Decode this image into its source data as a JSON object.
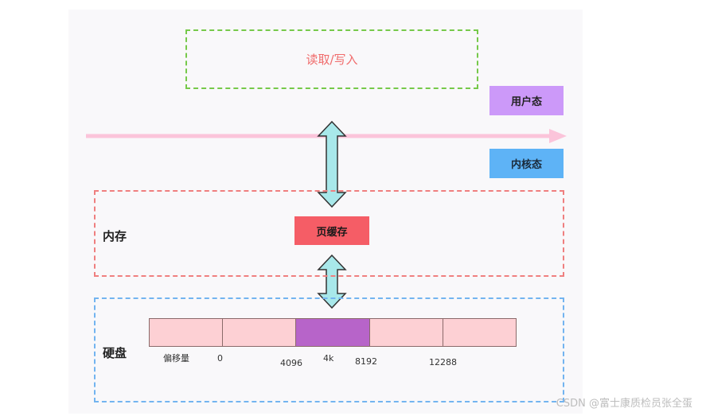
{
  "user_space": {
    "operation_label": "读取/写入"
  },
  "modes": {
    "user": "用户态",
    "kernel": "内核态"
  },
  "memory": {
    "label": "内存",
    "page_cache": "页缓存"
  },
  "disk": {
    "label": "硬盘",
    "offset_label": "偏移量",
    "blocks": [
      {
        "active": false
      },
      {
        "active": false
      },
      {
        "active": true
      },
      {
        "active": false
      },
      {
        "active": false
      }
    ],
    "ticks": [
      "0",
      "4096",
      "4k",
      "8192",
      "12288"
    ]
  },
  "watermark": "CSDN @富士康质检员张全蛋",
  "colors": {
    "boundary_arrow": "#fbc4da",
    "double_arrow_fill": "#a8e8ea",
    "double_arrow_stroke": "#333333",
    "page_cache": "#f55d66",
    "active_block": "#b764c9",
    "block": "#fdd0d4"
  }
}
